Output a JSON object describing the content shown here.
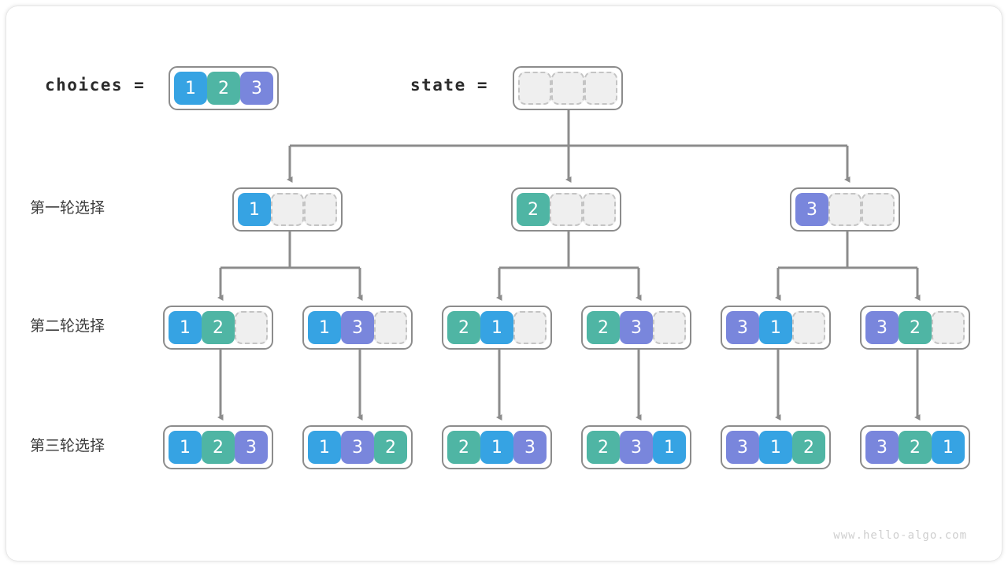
{
  "diagram": {
    "title_watermark": "www.hello-algo.com",
    "colors": {
      "value_1": "#36a3e3",
      "value_2": "#4fb5a4",
      "value_3": "#7986dc",
      "empty_fill": "#efefef",
      "empty_border": "#c4c4c4",
      "array_border": "#8c8c8c",
      "wire": "#8c8c8c",
      "text": "#3c3c3c"
    },
    "header": {
      "choices_label": "choices =",
      "choices_values": [
        "1",
        "2",
        "3"
      ],
      "state_label": "state =",
      "state_values": [
        "",
        "",
        ""
      ]
    },
    "row_labels": [
      "第一轮选择",
      "第二轮选择",
      "第三轮选择"
    ],
    "level1": [
      {
        "values": [
          "1",
          "",
          ""
        ]
      },
      {
        "values": [
          "2",
          "",
          ""
        ]
      },
      {
        "values": [
          "3",
          "",
          ""
        ]
      }
    ],
    "level2": [
      {
        "values": [
          "1",
          "2",
          ""
        ]
      },
      {
        "values": [
          "1",
          "3",
          ""
        ]
      },
      {
        "values": [
          "2",
          "1",
          ""
        ]
      },
      {
        "values": [
          "2",
          "3",
          ""
        ]
      },
      {
        "values": [
          "3",
          "1",
          ""
        ]
      },
      {
        "values": [
          "3",
          "2",
          ""
        ]
      }
    ],
    "level3": [
      {
        "values": [
          "1",
          "2",
          "3"
        ]
      },
      {
        "values": [
          "1",
          "3",
          "2"
        ]
      },
      {
        "values": [
          "2",
          "1",
          "3"
        ]
      },
      {
        "values": [
          "2",
          "3",
          "1"
        ]
      },
      {
        "values": [
          "3",
          "1",
          "2"
        ]
      },
      {
        "values": [
          "3",
          "2",
          "1"
        ]
      }
    ]
  }
}
